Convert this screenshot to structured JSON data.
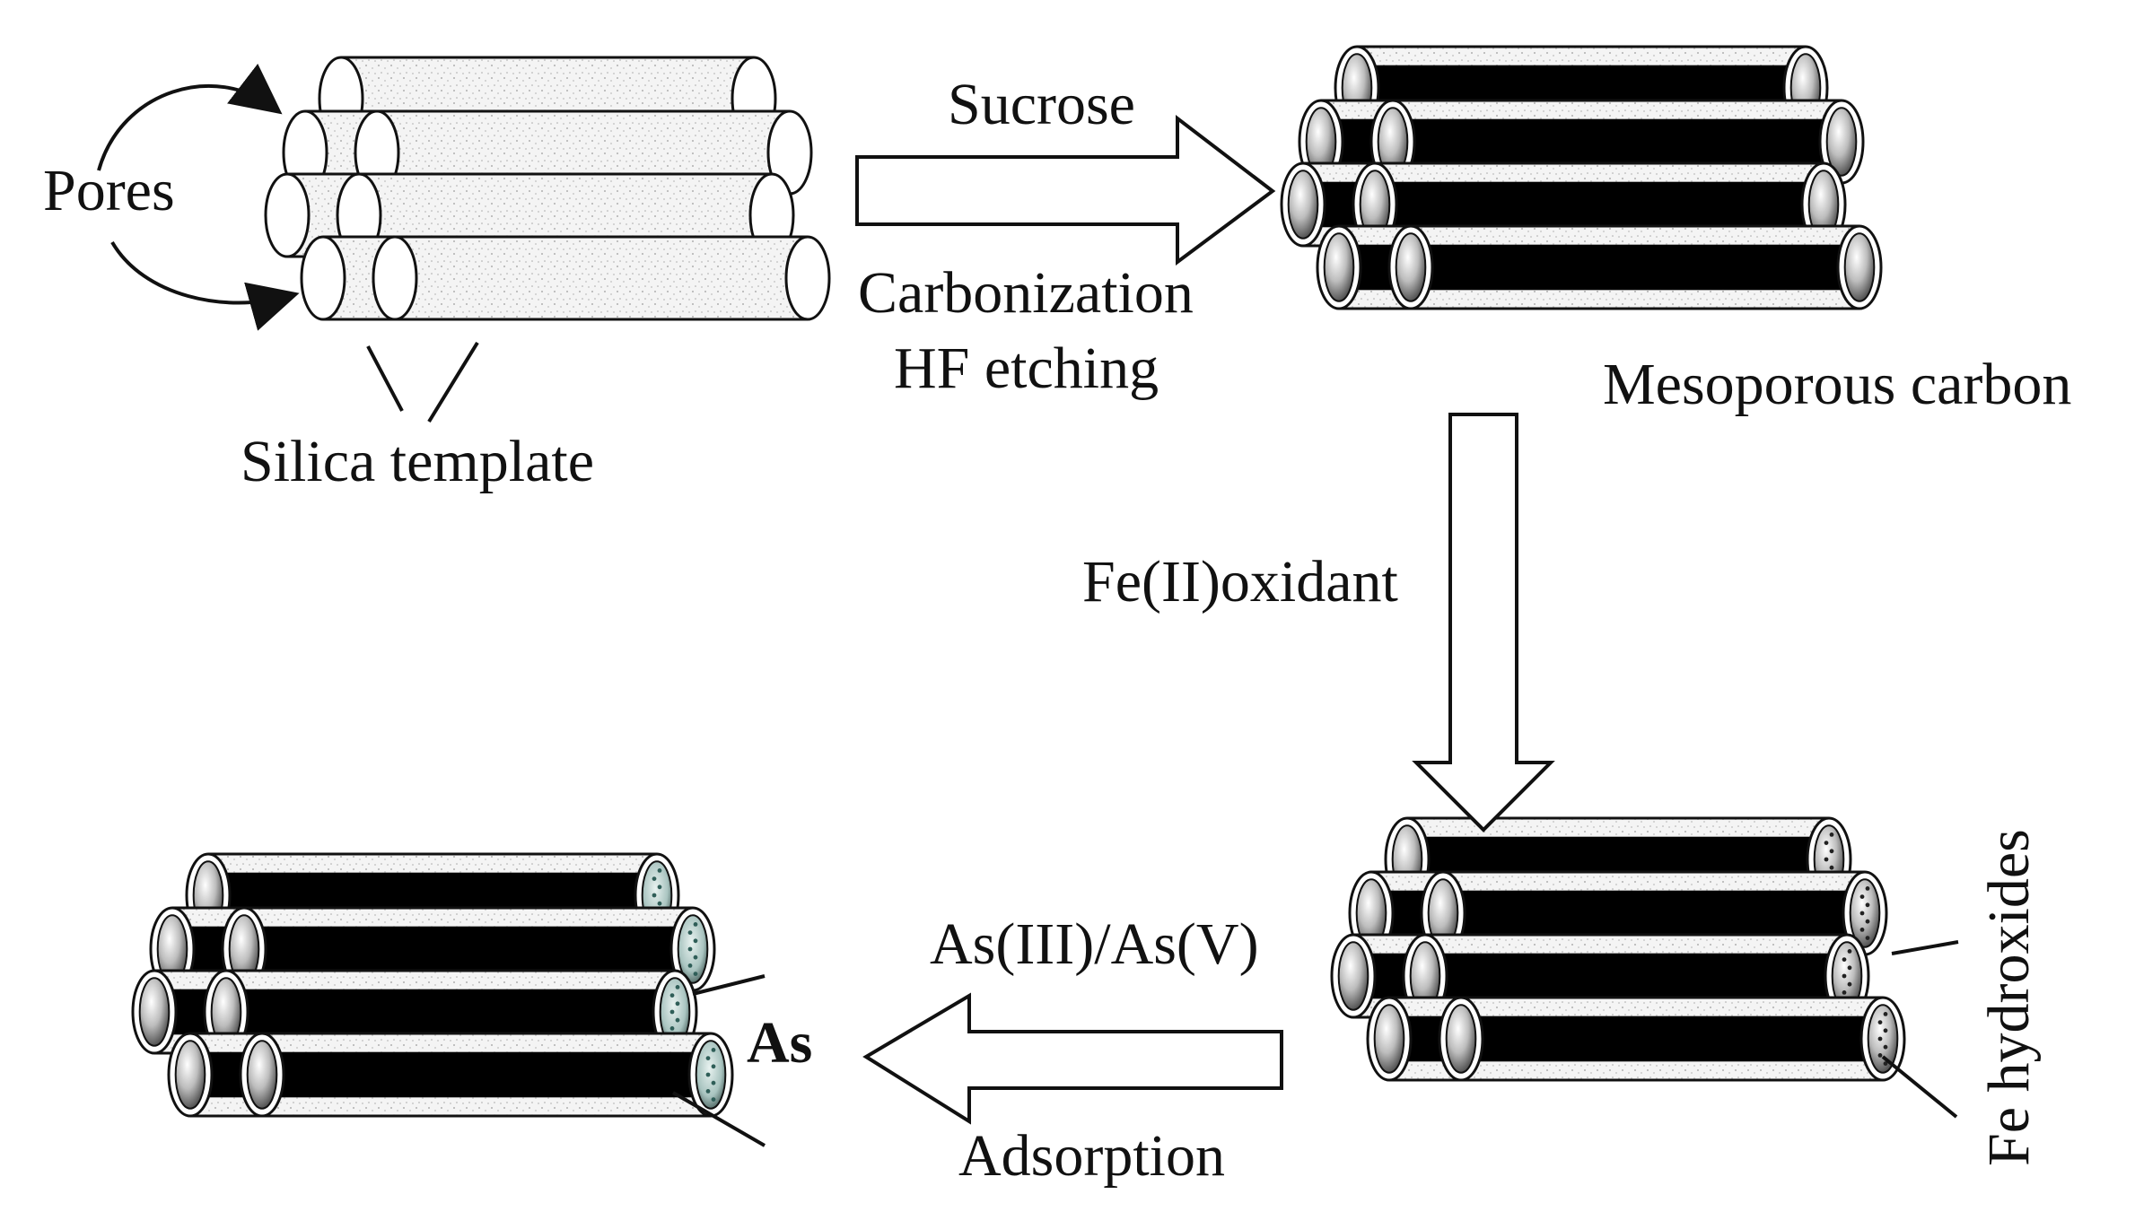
{
  "labels": {
    "pores": "Pores",
    "silica_template": "Silica template",
    "sucrose": "Sucrose",
    "carbonization": "Carbonization",
    "hf_etching": "HF etching",
    "mesoporous_carbon": "Mesoporous carbon",
    "fe_oxidant": "Fe(II)oxidant",
    "fe_hydroxides": "Fe hydroxides",
    "as_species": "As(III)/As(V)",
    "adsorption": "Adsorption",
    "as": "As"
  },
  "colors": {
    "ink": "#111111",
    "carbon_fill": "#000000",
    "silica_speckle": "#c8c8c8",
    "pore_shade": "#9a9a9a"
  },
  "icons": {
    "silica_bundle": "rod-bundle-icon",
    "carbon_bundle": "carbon-rod-bundle-icon",
    "fe_bundle": "fe-loaded-rod-bundle-icon",
    "as_bundle": "as-adsorbed-rod-bundle-icon"
  }
}
